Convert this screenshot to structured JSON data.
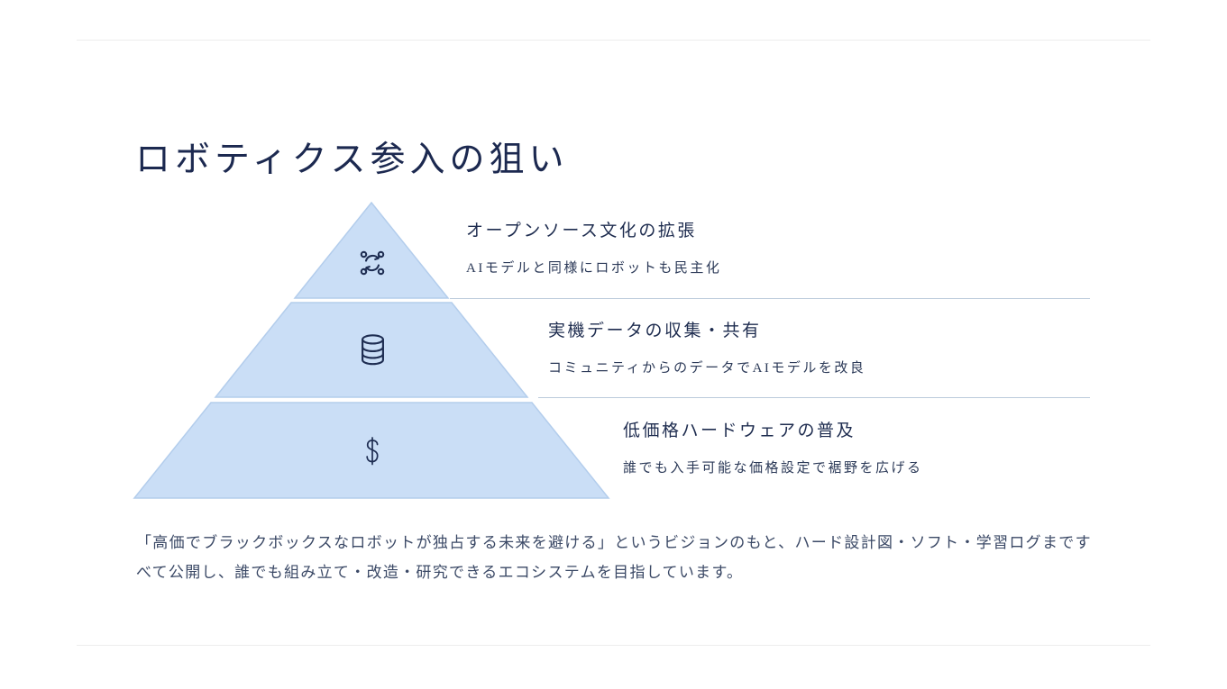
{
  "slide": {
    "title": "ロボティクス参入の狙い",
    "tiers": [
      {
        "icon": "cycle-nodes-icon",
        "heading": "オープンソース文化の拡張",
        "description": "AIモデルと同様にロボットも民主化"
      },
      {
        "icon": "database-icon",
        "heading": "実機データの収集・共有",
        "description": "コミュニティからのデータでAIモデルを改良"
      },
      {
        "icon": "dollar-sign-icon",
        "heading": "低価格ハードウェアの普及",
        "description": "誰でも入手可能な価格設定で裾野を広げる"
      }
    ],
    "footer": "「高価でブラックボックスなロボットが独占する未来を避ける」というビジョンのもと、ハード設計図・ソフト・学習ログまですべて公開し、誰でも組み立て・改造・研究できるエコシステムを目指しています。",
    "colors": {
      "title_text": "#1c2950",
      "heading_text": "#1e2c4f",
      "description_text": "#2c3a58",
      "footer_text": "#3b4966",
      "pyramid_fill": "#cadef6",
      "pyramid_stroke": "#b3cdec",
      "divider_line": "#bccbdb",
      "frame_line": "#ededed",
      "icon_stroke": "#1e2d52"
    }
  }
}
